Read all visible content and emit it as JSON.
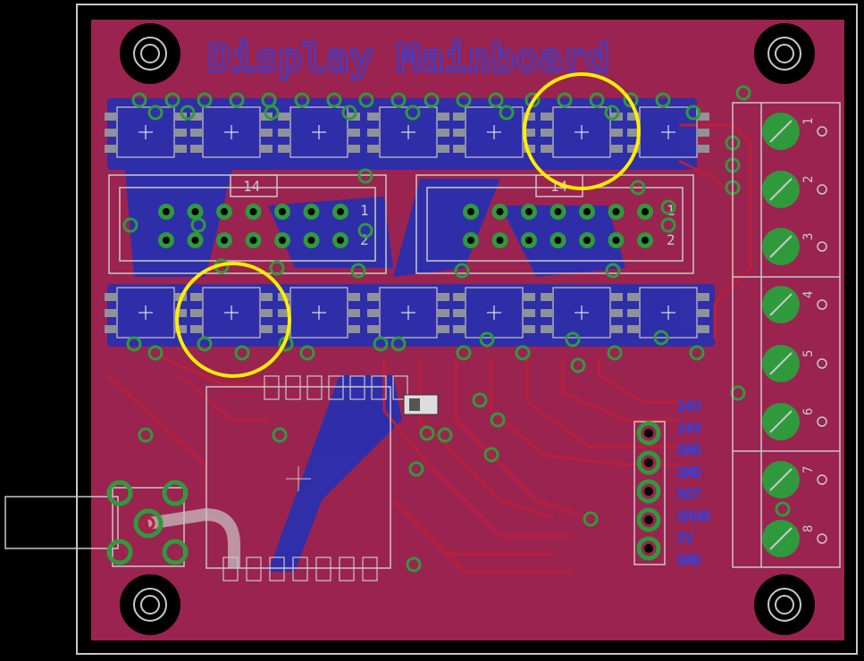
{
  "board": {
    "title": "Display Mainboard",
    "colors": {
      "background": "#000000",
      "board": "#9b2350",
      "topCopper": "#b8203a",
      "bottomCopper": "#2a2fae",
      "via": "#2f9a3c",
      "pad": "#8f9296",
      "silk": "#c8c8c8",
      "highlight": "#ffee00"
    },
    "icProgrammingLabels": {
      "left": {
        "pin14": "14",
        "row1": "1",
        "row2": "2"
      },
      "right": {
        "pin14": "14",
        "row1": "1",
        "row2": "2"
      }
    },
    "headerLabels": [
      "24V",
      "24V",
      "GND",
      "GND",
      "ROT",
      "GRUN",
      "5V",
      "GND"
    ],
    "terminalNumbers": [
      "1",
      "2",
      "3",
      "4",
      "5",
      "6",
      "7",
      "8"
    ],
    "highlightedParts": [
      "upper-right-ic-pair",
      "lower-left-ic"
    ]
  }
}
